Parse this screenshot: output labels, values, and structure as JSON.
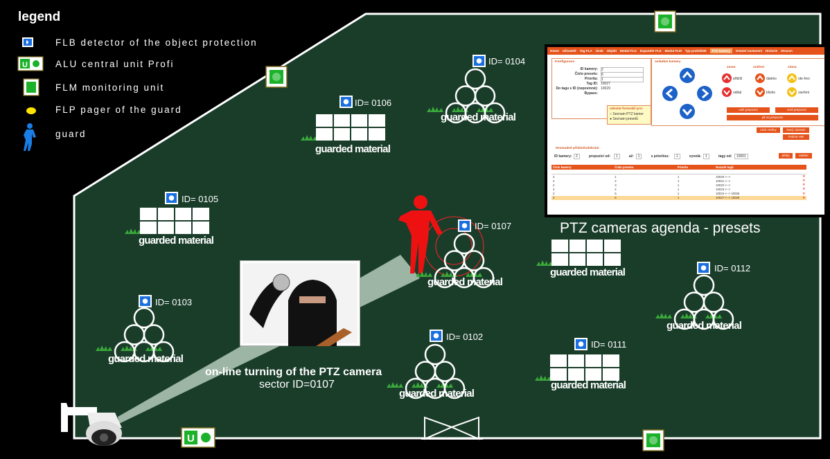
{
  "legend": {
    "title": "legend",
    "items": [
      {
        "label": "FLB  detector of the object protection",
        "icon": "flb-detector-icon"
      },
      {
        "label": "ALU central unit Profi",
        "icon": "alu-central-unit-icon",
        "icon_text": "U"
      },
      {
        "label": "FLM monitoring unit",
        "icon": "flm-monitoring-unit-icon"
      },
      {
        "label": "FLP pager of the guard",
        "icon": "flp-pager-icon"
      },
      {
        "label": "guard",
        "icon": "guard-icon"
      }
    ]
  },
  "objects": [
    {
      "id": "ID= 0106",
      "label": "guarded material",
      "kind": "boxes"
    },
    {
      "id": "ID= 0104",
      "label": "guarded material",
      "kind": "pipes"
    },
    {
      "id": "ID= 0105",
      "label": "guarded material",
      "kind": "boxes"
    },
    {
      "id": "ID= 0107",
      "label": "guarded material",
      "kind": "pipes"
    },
    {
      "id": "ID= 0103",
      "label": "guarded material",
      "kind": "pipes"
    },
    {
      "id": "ID= 0102",
      "label": "guarded material",
      "kind": "pipes"
    },
    {
      "id": "ID= 0111",
      "label": "guarded material",
      "kind": "boxes"
    },
    {
      "id": "ID= 0112",
      "label": "guarded material",
      "kind": "pipes"
    },
    {
      "id": "",
      "label": "guarded material",
      "kind": "boxes"
    }
  ],
  "captions": {
    "ptz_agenda": "PTZ cameras agenda - presets",
    "camera_turn_line1": "on-line turning of the PTZ camera",
    "camera_turn_line2": "sector ID=0107"
  },
  "ptz_panel": {
    "menu": [
      "Home",
      "Uživatelé",
      "Tag FLA",
      "Úsek",
      "Objekt",
      "Modul FLU",
      "Expandér FLE",
      "Modul FLM",
      "Typ prohlášek",
      "PTZ kamery",
      "Ostatní nastavení",
      "Historie",
      "Ztracen"
    ],
    "active_menu": "PTZ kamery",
    "config_title": "Konfigurace",
    "config_fields": [
      {
        "label": "ID kamery:",
        "value": "2"
      },
      {
        "label": "Číslo presetu:",
        "value": "6"
      },
      {
        "label": "Priorita:",
        "value": "1"
      },
      {
        "label": "Tag ID:",
        "value": "10027"
      },
      {
        "label": "Do tagu s ID (nepovinné):",
        "value": "10029"
      },
      {
        "label": "Bypass:",
        "value": ""
      }
    ],
    "control_title": "ovládání kamery",
    "zoom_title": "zoom",
    "focus_title": "ostření",
    "iris_title": "clona",
    "zoom_buttons": [
      "přiblíž",
      "oddal"
    ],
    "focus_buttons": [
      "daleko",
      "blízko"
    ],
    "iris_buttons": [
      "ote-řevi",
      "zavření"
    ],
    "select_title": "odeslat formulář pro:",
    "select_options": [
      "Seznam PTZ kamer",
      "Seznam presetů"
    ],
    "buttons": [
      "ulož prepozici",
      "zruš prepozici",
      "jdi na prepozici",
      "Ulož změny",
      "Nový záznam",
      "Policie HW"
    ],
    "filter_title": "Hromadné přidání/odebrání",
    "filter_fields": [
      {
        "label": "ID kamery:",
        "value": "2"
      },
      {
        "label": "prepozici od:",
        "value": "1"
      },
      {
        "label": "až:",
        "value": "1"
      },
      {
        "label": "s prioritou:",
        "value": "1"
      },
      {
        "label": "vyvolá:",
        "value": "1"
      },
      {
        "label": "tagy od:",
        "value": "10001"
      }
    ],
    "filter_buttons": [
      "přidej",
      "odeber"
    ],
    "table_headers": [
      "Číslo kamery",
      "Číslo presetu",
      "Priorita",
      "Rozsah tagů"
    ],
    "table_rows": [
      [
        "2",
        "1",
        "1",
        "10020 <-->"
      ],
      [
        "2",
        "2",
        "1",
        "10021 <-->"
      ],
      [
        "2",
        "3",
        "1",
        "10022 <-->"
      ],
      [
        "2",
        "4",
        "1",
        "10023 <-->"
      ],
      [
        "2",
        "5",
        "1",
        "10024 <--> 10026"
      ],
      [
        "2",
        "6",
        "1",
        "10027 <--> 10029"
      ]
    ]
  },
  "colors": {
    "background": "#000000",
    "field": "#1a3d2a",
    "detector": "#1a6fe0",
    "monitor": "#1bb22a",
    "pager": "#ffe400",
    "guard_legend": "#1b7de6",
    "intruder": "#ee1111",
    "grass": "#3aa83a",
    "panel_accent": "#e5531a"
  }
}
